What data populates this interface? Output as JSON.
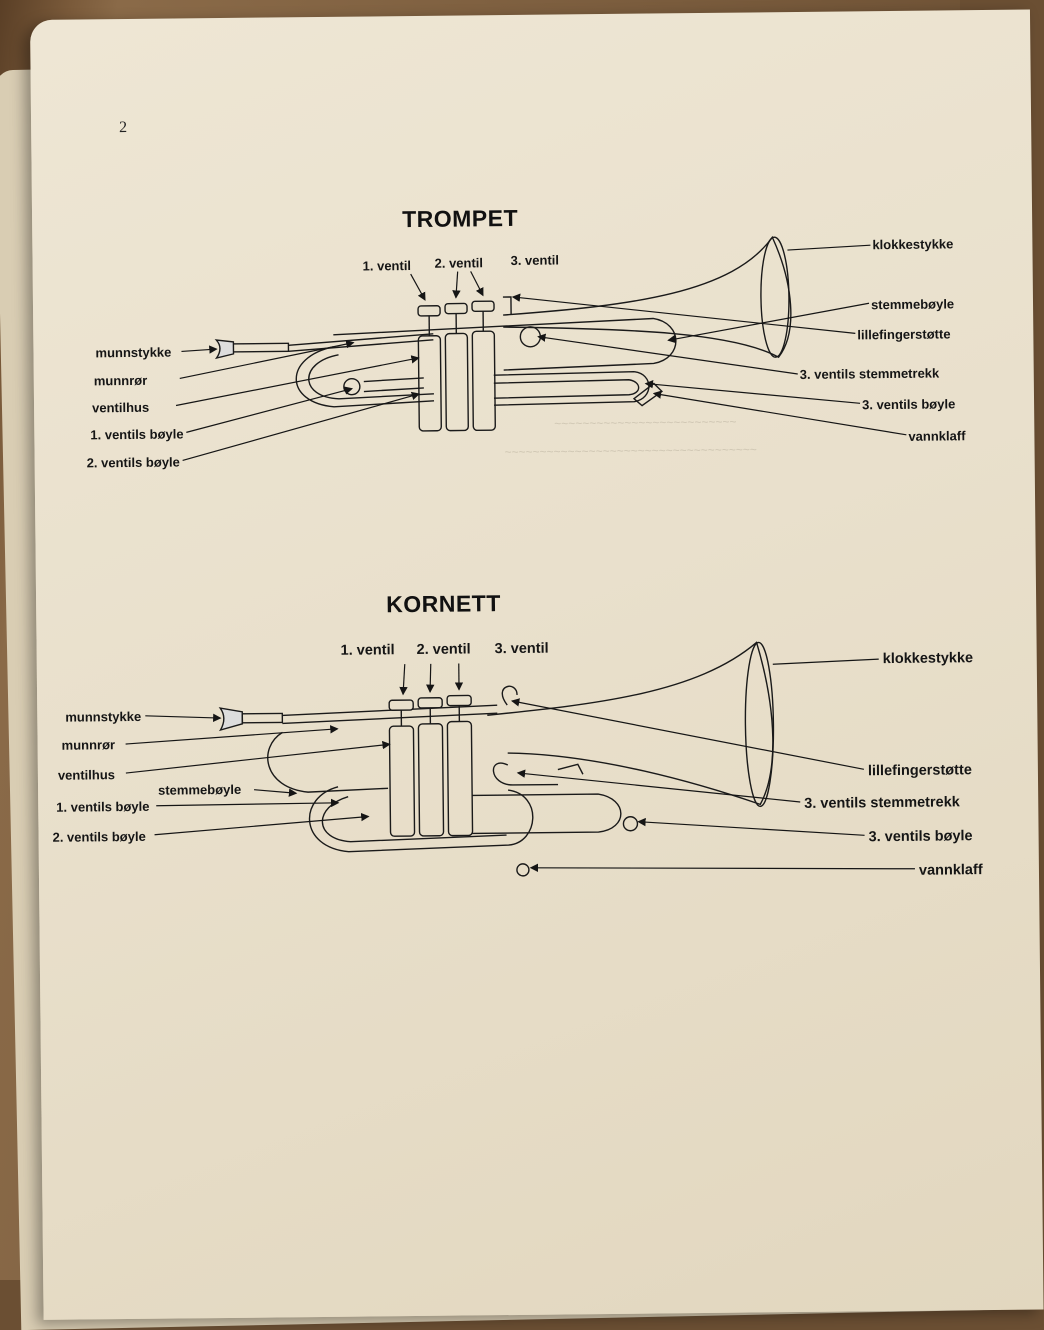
{
  "page": {
    "number": "2"
  },
  "trompet": {
    "title": "TROMPET",
    "valves": [
      "1. ventil",
      "2. ventil",
      "3. ventil"
    ],
    "left_labels": [
      "munnstykke",
      "munnrør",
      "ventilhus",
      "1. ventils bøyle",
      "2. ventils bøyle"
    ],
    "right_labels": [
      "klokkestykke",
      "stemmebøyle",
      "lillefingerstøtte",
      "3. ventils stemmetrekk",
      "3. ventils bøyle",
      "vannklaff"
    ]
  },
  "kornett": {
    "title": "KORNETT",
    "valves": [
      "1. ventil",
      "2. ventil",
      "3. ventil"
    ],
    "left_labels": [
      "munnstykke",
      "munnrør",
      "ventilhus",
      "stemmebøyle",
      "1. ventils bøyle",
      "2. ventils bøyle"
    ],
    "right_labels": [
      "klokkestykke",
      "lillefingerstøtte",
      "3. ventils stemmetrekk",
      "3. ventils bøyle",
      "vannklaff"
    ]
  },
  "colors": {
    "paper": "#ebe2cf",
    "ink": "#151515",
    "table": "#6b4f33"
  }
}
